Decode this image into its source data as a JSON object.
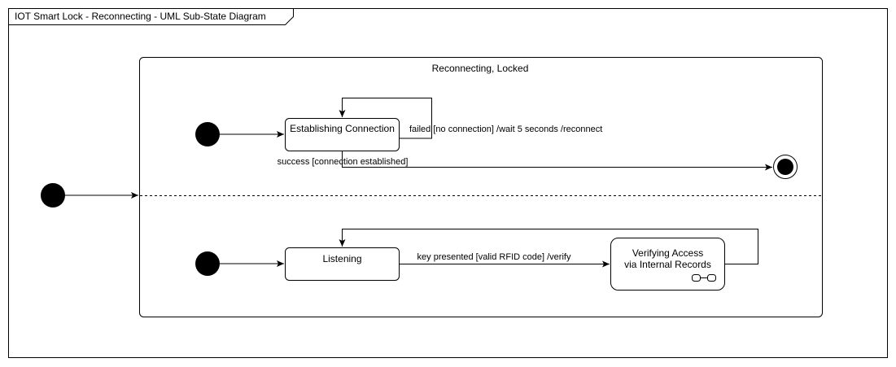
{
  "frame": {
    "title": "IOT Smart Lock - Reconnecting - UML Sub-State Diagram"
  },
  "composite_state": {
    "name": "Reconnecting, Locked"
  },
  "states": {
    "establishing": {
      "label": "Establishing Connection"
    },
    "listening": {
      "label": "Listening"
    },
    "verifying": {
      "label_line1": "Verifying Access",
      "label_line2": "via Internal Records"
    }
  },
  "transitions": {
    "failed": "failed [no connection] /wait 5 seconds /reconnect",
    "success": "success [connection established]",
    "key_presented": "key presented [valid RFID code] /verify"
  },
  "icons": {
    "submachine": "composite-state-icon",
    "initial": "initial-pseudostate-icon",
    "final": "final-state-icon"
  },
  "colors": {
    "stroke": "#000000",
    "fill": "#ffffff"
  }
}
